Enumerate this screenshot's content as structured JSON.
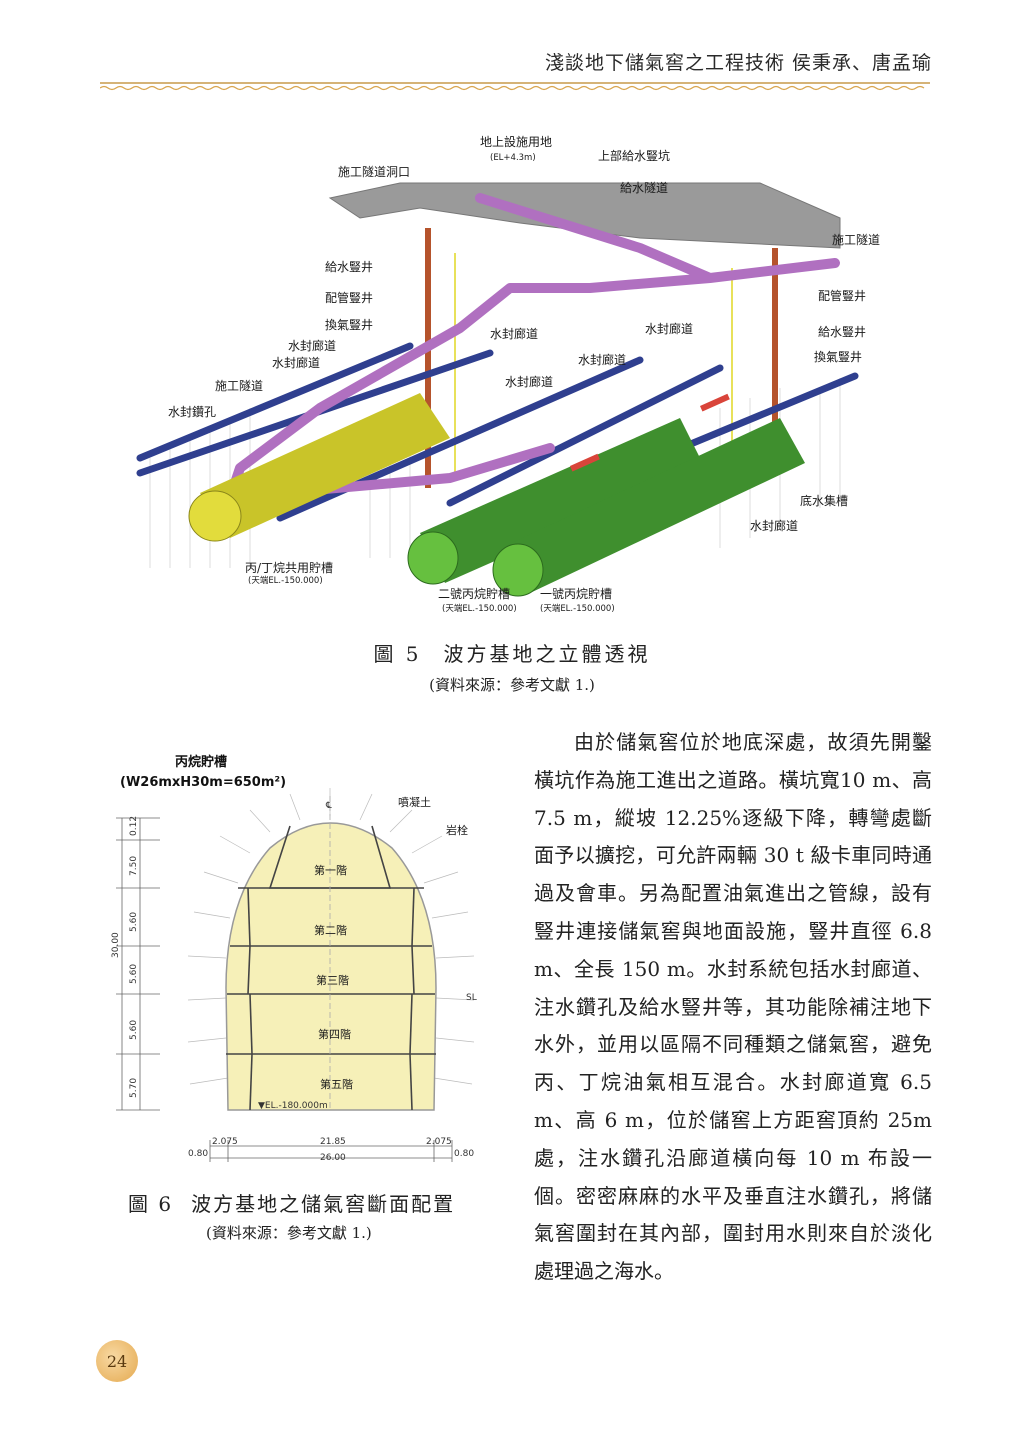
{
  "header": {
    "running_head": "淺談地下儲氣窖之工程技術 侯秉承、唐孟瑜"
  },
  "figure5": {
    "labels": {
      "ground_facility": "地上設施用地",
      "ground_el": "(EL+4.3m)",
      "upper_supply_pit": "上部給水豎坑",
      "construction_tunnel_portal": "施工隧道洞口",
      "water_supply_tunnel": "給水隧道",
      "construction_tunnel_r": "施工隧道",
      "supply_shaft_l": "給水豎井",
      "piping_shaft_l": "配管豎井",
      "vent_shaft_l": "換氣豎井",
      "water_gallery_1": "水封廊道",
      "water_gallery_2": "水封廊道",
      "construction_tunnel_l": "施工隧道",
      "water_drill_hole": "水封鑽孔",
      "piping_shaft_r": "配管豎井",
      "supply_shaft_r": "給水豎井",
      "vent_shaft_r": "換氣豎井",
      "gallery_c1": "水封廊道",
      "gallery_c2": "水封廊道",
      "gallery_c3": "水封廊道",
      "gallery_c4": "水封廊道",
      "sump": "底水集槽",
      "gallery_r": "水封廊道",
      "tank_shared": "丙/丁烷共用貯槽",
      "tank_shared_el": "(天端EL.-150.000)",
      "tank2": "二號丙烷貯槽",
      "tank2_el": "(天端EL.-150.000)",
      "tank1": "一號丙烷貯槽",
      "tank1_el": "(天端EL.-150.000)"
    },
    "caption_number": "圖 5",
    "caption_title": "波方基地之立體透視",
    "source": "(資料來源：參考文獻 1.)"
  },
  "figure6": {
    "title": "丙烷貯槽",
    "subtitle": "(W26mxH30m=650m²)",
    "label_shotcrete": "噴凝土",
    "label_bolt": "岩栓",
    "label_cl": "℄",
    "label_sl": "SL",
    "tiers": [
      "第一階",
      "第二階",
      "第三階",
      "第四階",
      "第五階"
    ],
    "left_dims": [
      "0.12",
      "7.50",
      "5.60",
      "5.60",
      "5.60",
      "5.70"
    ],
    "total_height": "30.00",
    "bottom_el": "▼EL.-180.000m",
    "bottom_dims": {
      "left": "2.075",
      "mid": "21.85",
      "right": "2.075",
      "edge_left": "0.80",
      "total": "26.00",
      "edge_right": "0.80"
    },
    "caption_number": "圖 6",
    "caption_title": "波方基地之儲氣窖斷面配置",
    "source": "(資料來源：參考文獻 1.)"
  },
  "body_text": "由於儲氣窖位於地底深處，故須先開鑿橫坑作為施工進出之道路。橫坑寬10 m、高 7.5 m，縱坡 12.25%逐級下降，轉彎處斷面予以擴挖，可允許兩輛 30 t 級卡車同時通過及會車。另為配置油氣進出之管線，設有豎井連接儲氣窖與地面設施，豎井直徑 6.8 m、全長 150 m。水封系統包括水封廊道、注水鑽孔及給水豎井等，其功能除補注地下水外，並用以區隔不同種類之儲氣窖，避免丙、丁烷油氣相互混合。水封廊道寬 6.5 m、高 6 m，位於儲窖上方距窖頂約 25m處，注水鑽孔沿廊道橫向每 10 m 布設一個。密密麻麻的水平及垂直注水鑽孔，將儲氣窖圍封在其內部，圍封用水則來自於淡化處理過之海水。",
  "page_number": "24"
}
